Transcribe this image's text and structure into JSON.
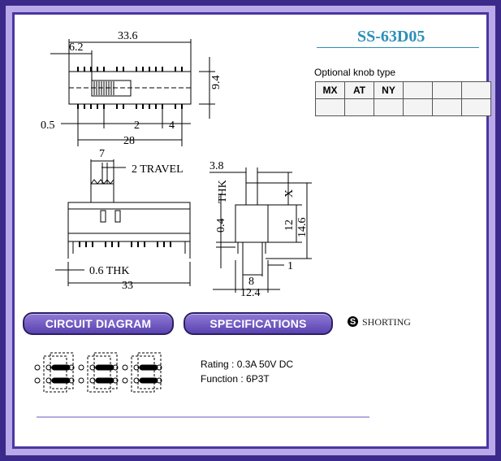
{
  "model": "SS-63D05",
  "knob": {
    "title": "Optional knob type",
    "types": [
      "MX",
      "AT",
      "NY",
      "",
      "",
      ""
    ]
  },
  "dims": {
    "top_length": "33.6",
    "left_offset": "6.2",
    "height_right": "9.4",
    "left_small": "0.5",
    "pitch": "2",
    "pitch4": "4",
    "base_length": "28",
    "knob_w": "7",
    "travel": "2 TRAVEL",
    "thk": "0.6 THK",
    "side_length": "33",
    "side_top": "3.8",
    "side_thk": "THK",
    "side_x": "X",
    "side_04": "0.4",
    "side_12": "12",
    "side_146": "14.6",
    "side_1": "1",
    "side_8": "8",
    "side_124": "12.4"
  },
  "sections": {
    "circuit": "CIRCUIT DIAGRAM",
    "specs": "SPECIFICATIONS",
    "shorting_symbol": "S",
    "shorting": "SHORTING"
  },
  "specs": {
    "rating": "Rating : 0.3A 50V DC",
    "function": "Function : 6P3T"
  },
  "colors": {
    "frame": "#3b2a8a",
    "accent_title": "#2d8fb8",
    "pill": "#6a54bf"
  }
}
